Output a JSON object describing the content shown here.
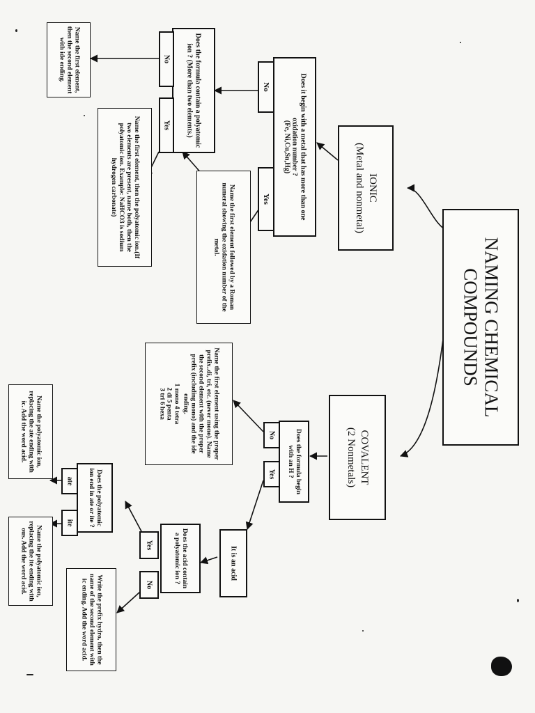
{
  "title": "NAMING CHEMICAL COMPOUNDS",
  "ionic": {
    "heading": "IONIC",
    "subheading": "(Metal and nonmetal)",
    "question": "Does it begin with a metal that has more than one oxidation number ?\n(Fe, Ni,Cu,Sn,Hg)",
    "no_label": "No",
    "yes_label": "Yes",
    "roman_rule": "Name the first element followed by a Roman numeral showing the oxidation number of the metal.",
    "poly_question": "Does the formula contain a polyatomic ion ? (More than two elements.)",
    "poly_no_label": "No",
    "poly_yes_label": "Yes",
    "ide_rule": "Name the first element, then the second element with ide ending.",
    "poly_rule": "Name the first element, then the polyatomic ion.(If two elements are present, name both, then the polyatomic ion. Example: NaHCO3 is sodium hydrogen carbonate)"
  },
  "covalent": {
    "heading": "COVALENT",
    "subheading": "(2 Nonmetals)",
    "question": "Does the formula begin with an H ?",
    "no_label": "No",
    "yes_label": "Yes",
    "prefix_rule": "Name the first element using the proper prefix..di, tri, etc. (never mono). Name the second element with the proper prefix (including mono) and the ide ending.",
    "prefix_table": "1 mono 4 tetra\n2 di    5 penta\n3 tri    6 hexa",
    "acid_label": "It is an acid",
    "acid_question": "Does the acid contain a polyatomic ion ?",
    "acid_yes_label": "Yes",
    "acid_no_label": "No",
    "hydro_rule": "Write the prefix hydro, then the name of the second element with ic ending. Add the word acid.",
    "ending_question": "Does the polyatomic ion end in ate or ite ?",
    "ate_label": "ate",
    "ite_label": "ite",
    "ate_rule": "Name the polyatomic ion, replacing the ate ending with ic. Add the word acid.",
    "ite_rule": "Name the polyatomic ion, replacing the ite ending with ous. Add the word acid."
  }
}
